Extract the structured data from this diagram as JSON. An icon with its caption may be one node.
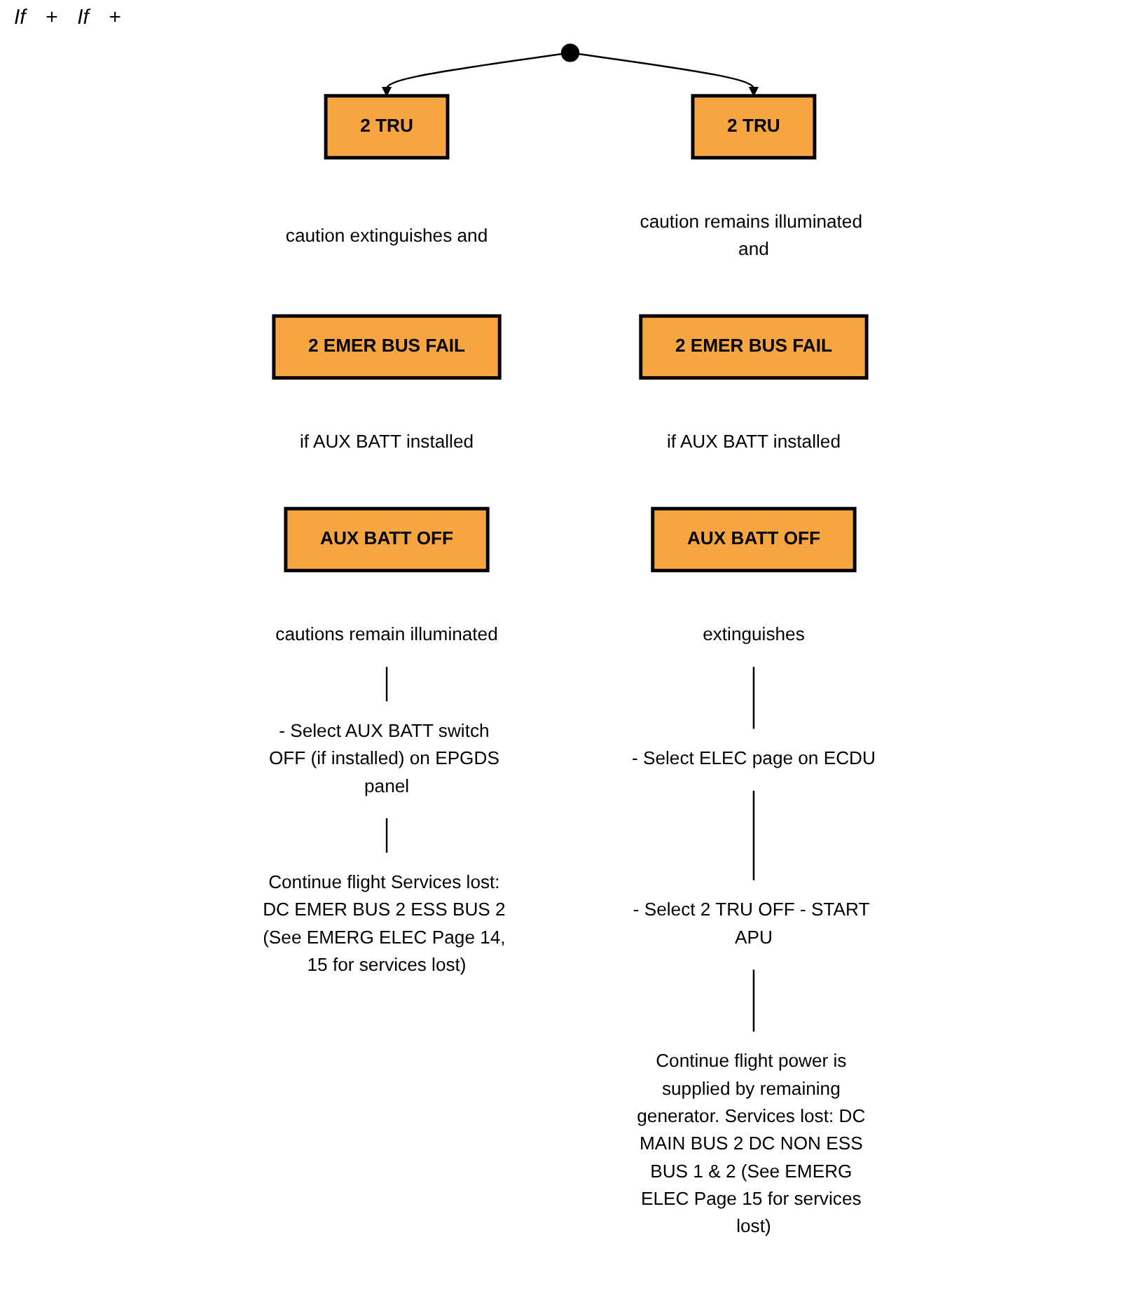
{
  "diagram": {
    "nodes": [
      {
        "text": [
          "2 TRU"
        ]
      },
      {
        "text": [
          "caution extinguishes and"
        ]
      },
      {
        "text": [
          "2 EMER BUS FAIL"
        ]
      },
      {
        "text": [
          "if AUX BATT installed"
        ]
      },
      {
        "text": [
          "AUX BATT OFF"
        ]
      },
      {
        "text": [
          "cautions remain illuminated"
        ]
      },
      {
        "text": [
          "- Select AUX BATT switch OFF (if installed) on EPGDS panel"
        ]
      },
      {
        "text": [
          "Continue flight Services lost: DC EMER BUS 2 ESS BUS 2 (See EMERG ELEC Page 14, 15 for services lost)"
        ]
      },
      {
        "text": [
          "2 TRU"
        ]
      },
      {
        "text": [
          "caution remains illuminated and"
        ]
      },
      {
        "text": [
          "2 EMER BUS FAIL"
        ]
      },
      {
        "text": [
          "if AUX BATT installed"
        ]
      },
      {
        "text": [
          "AUX BATT OFF"
        ]
      },
      {
        "text": [
          "extinguishes"
        ]
      },
      {
        "text": [
          "- Select ELEC page on ECDU"
        ]
      },
      {
        "text": [
          "- Select 2 TRU OFF - START APU"
        ]
      },
      {
        "text": [
          "Continue flight power is supplied by remaining generator. Services lost: DC MAIN BUS 2 DC NON ESS BUS 1 & 2 (See EMERG ELEC Page 15 for services lost)"
        ]
      }
    ],
    "edges": [
      {
        "from": null,
        "to": 0,
        "arrow": "to"
      },
      {
        "from": null,
        "to": 8,
        "arrow": "to"
      },
      {
        "from": 5,
        "to": 6,
        "arrow": "none"
      },
      {
        "from": 6,
        "to": 7,
        "arrow": "none"
      },
      {
        "from": 13,
        "to": 14,
        "arrow": "none"
      },
      {
        "from": 14,
        "to": 15,
        "arrow": "none"
      },
      {
        "from": 15,
        "to": 16,
        "arrow": "none"
      }
    ],
    "labels": [
      "If",
      "+",
      "If",
      "+"
    ]
  }
}
